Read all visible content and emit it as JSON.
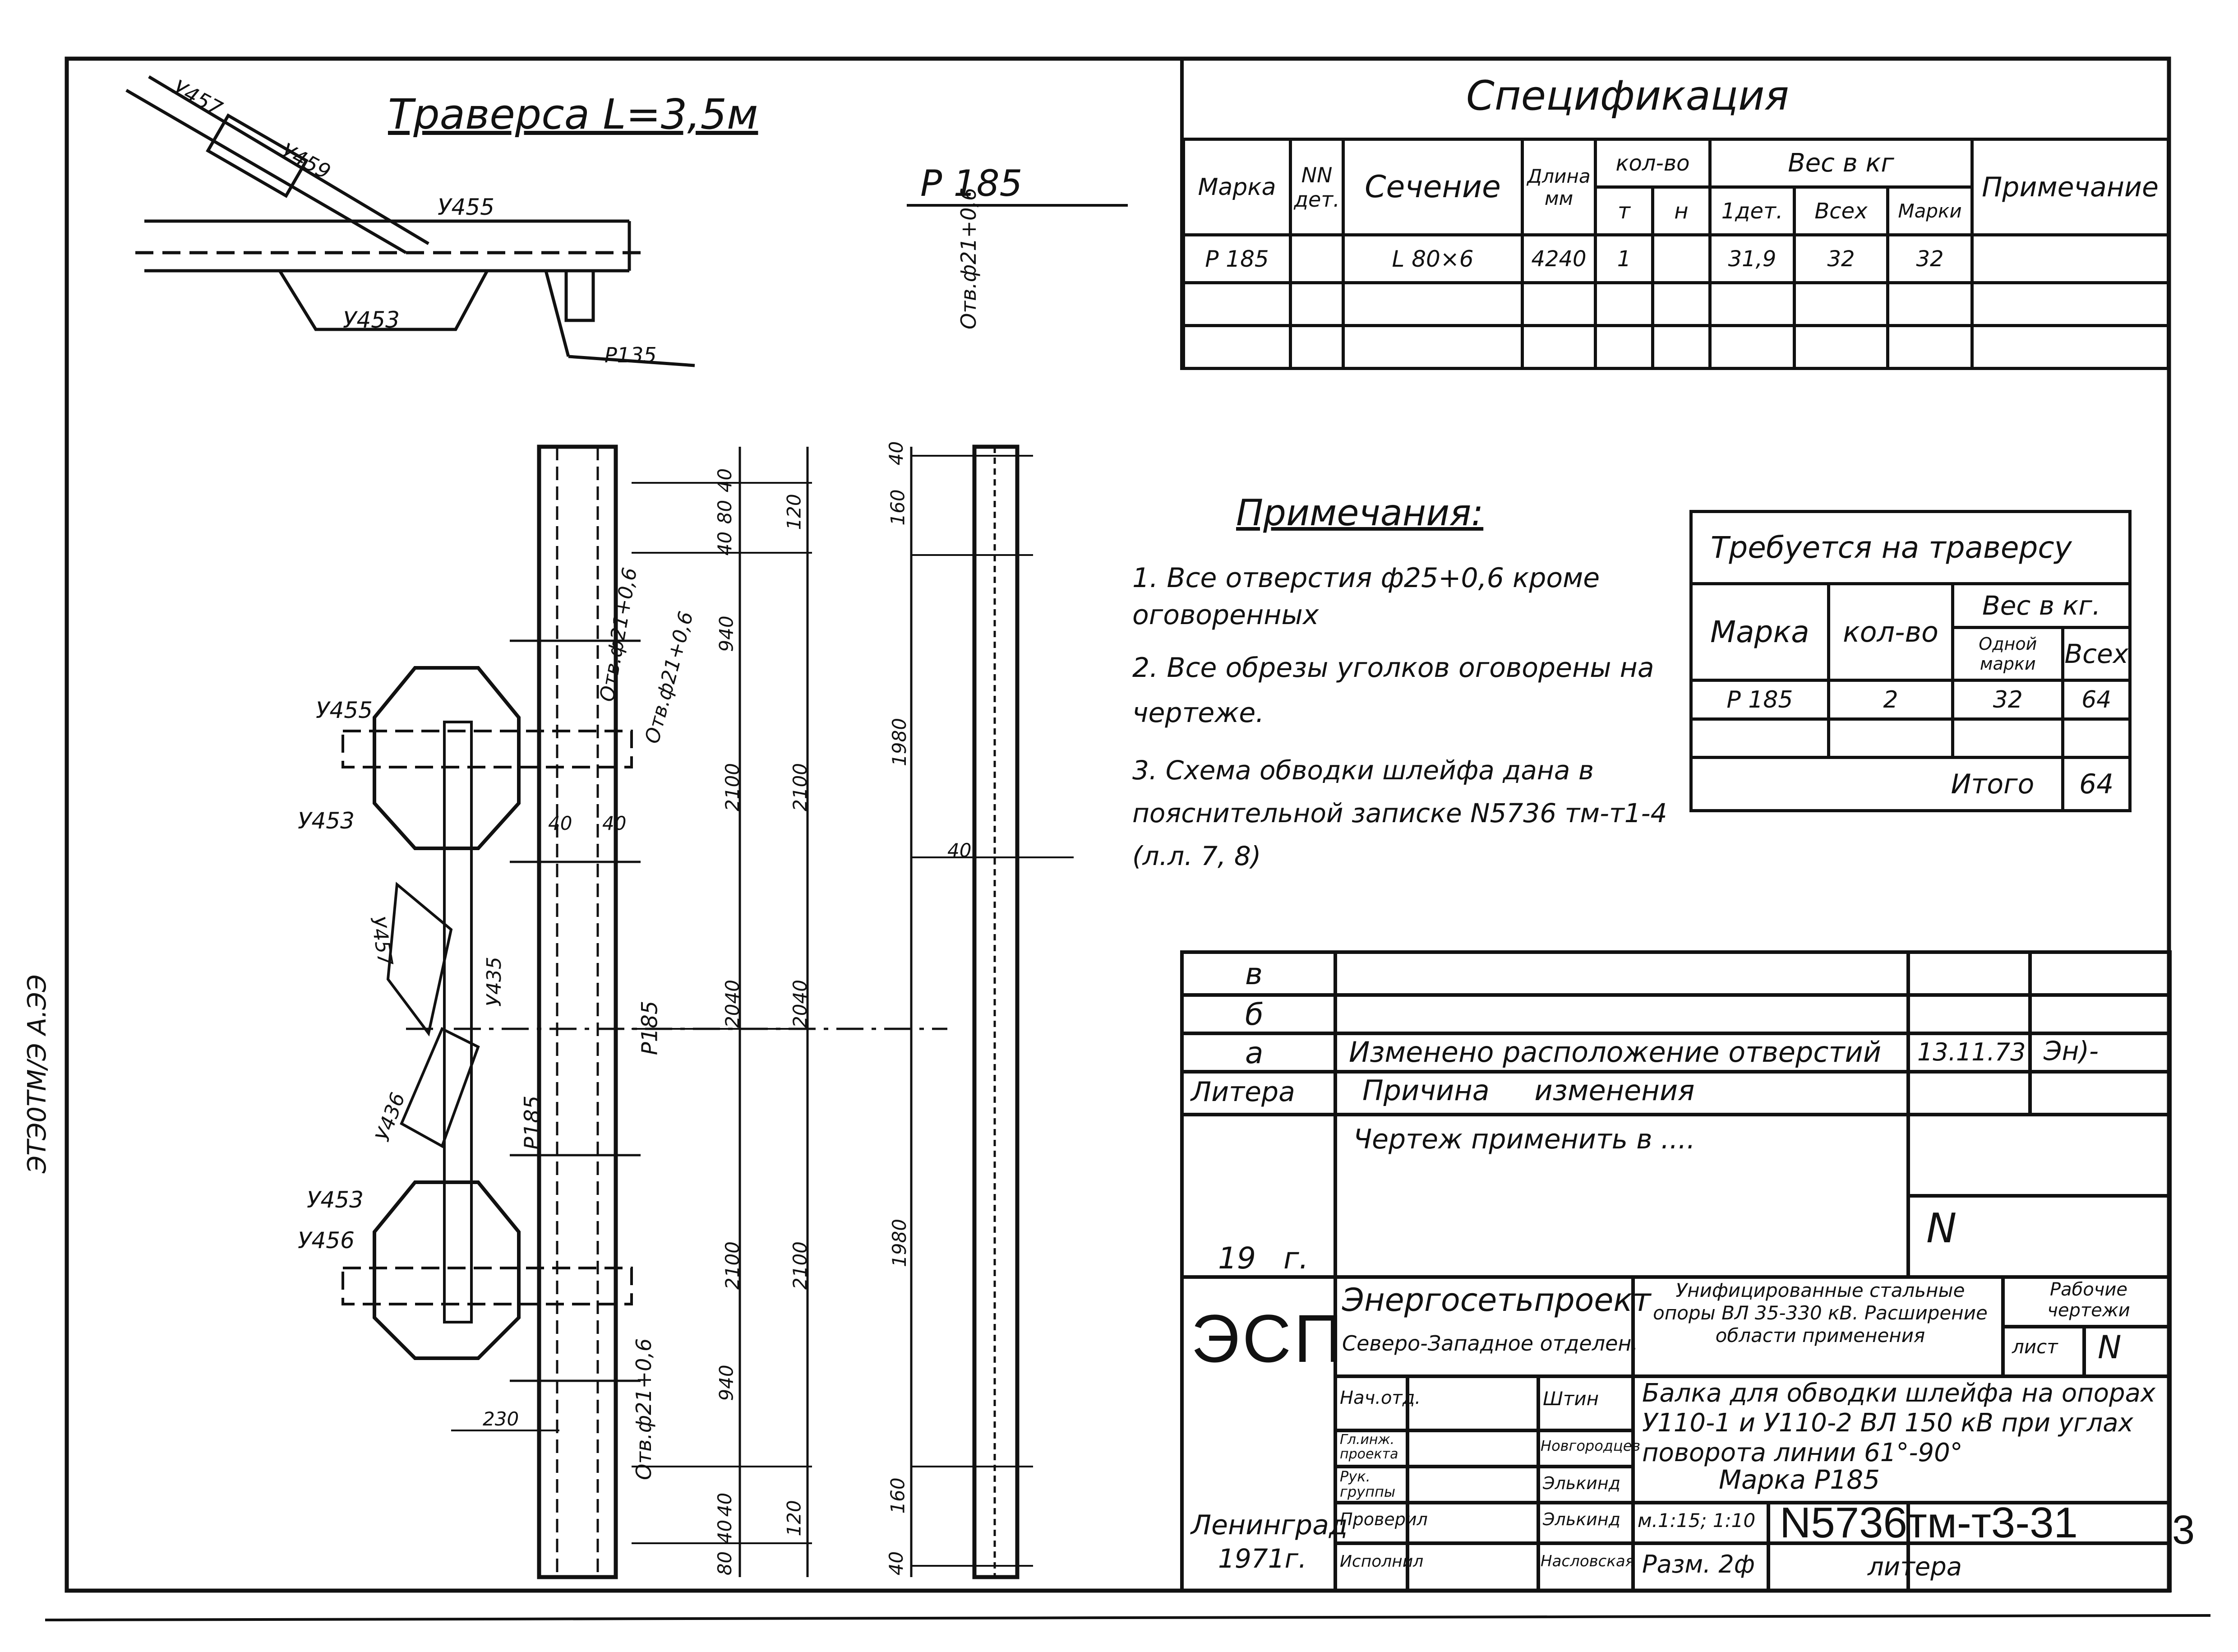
{
  "drawing": {
    "title": "Траверса L=3,5м",
    "mark_label": "Р 185",
    "side_stamp": "ЭТЭ0ТМ/Э А.ЭЭ",
    "hole_note_top": "Отв.ф21+0,6",
    "hole_note_bottom": "Отв.ф21+0,6",
    "hole_note_mid_1": "Отв.ф21+0,6",
    "hole_note_mid_2": "Отв.ф21+0,6",
    "part_labels": [
      "У457",
      "У459",
      "У455",
      "У453",
      "Р135",
      "У455",
      "У453",
      "У457",
      "У435",
      "У436",
      "У453",
      "У456",
      "Р185",
      "Р185"
    ],
    "dims_left": [
      "80",
      "40",
      "40",
      "940",
      "2100",
      "2040",
      "2100",
      "940",
      "40",
      "40",
      "80"
    ],
    "dims_right": [
      "120",
      "2100",
      "2040",
      "2100",
      "120"
    ],
    "dims_far_right": [
      "40",
      "160",
      "1980",
      "40",
      "1980",
      "160",
      "40"
    ],
    "dims_misc": [
      "40",
      "40",
      "230"
    ]
  },
  "specification": {
    "title": "Спецификация",
    "headers": {
      "mark": "Марка",
      "part_no": "NN дет.",
      "section": "Сечение",
      "length": "Длина мм",
      "qty": "кол-во",
      "qty_t": "т",
      "qty_n": "н",
      "weight": "Вес в кг",
      "w_one": "1дет.",
      "w_all": "Всех",
      "w_mark": "Марки",
      "note": "Примечание"
    },
    "rows": [
      {
        "mark": "Р 185",
        "part_no": "",
        "section": "L 80×6",
        "length": "4240",
        "t": "1",
        "n": "",
        "w_one": "31,9",
        "w_all": "32",
        "w_mark": "32",
        "note": ""
      }
    ]
  },
  "notes": {
    "title": "Примечания:",
    "items": [
      "1. Все отверстия ф25+0,6 кроме оговоренных",
      "2. Все обрезы уголков оговорены на чертеже.",
      "3. Схема обводки шлейфа дана в пояснительной записке N5736 тм-т1-4 (л.л. 7, 8)"
    ]
  },
  "required": {
    "title": "Требуется на траверсу",
    "headers": {
      "mark": "Марка",
      "qty": "кол-во",
      "weight": "Вес в кг.",
      "one": "Одной марки",
      "all": "Всех"
    },
    "rows": [
      {
        "mark": "Р 185",
        "qty": "2",
        "one": "32",
        "all": "64"
      }
    ],
    "total_label": "Итого",
    "total_value": "64"
  },
  "revisions": {
    "rows": [
      {
        "letter": "в",
        "reason": "",
        "date": "",
        "sign": ""
      },
      {
        "letter": "б",
        "reason": "",
        "date": "",
        "sign": ""
      },
      {
        "letter": "а",
        "reason": "Изменено расположение отверстий",
        "date": "13.11.73",
        "sign": "Эн)-"
      }
    ],
    "header_letter": "Литера",
    "header_reason": "Причина изменения",
    "apply_text": "Чертеж применить в ....",
    "year": "19 г.",
    "n_label": "N"
  },
  "title_block": {
    "logo": "ЭСП",
    "org": "Энергосетьпроект",
    "branch": "Северо-Западное отделен.",
    "project": "Унифицированные стальные опоры ВЛ 35-330 кВ. Расширение области применения",
    "stage": "Рабочие чертежи",
    "sheet_label": "лист",
    "sheet_value": "N",
    "description": "Балка для обводки шлейфа на опорах У110-1 и У110-2 ВЛ 150 кВ при углах поворота линии 61°-90°",
    "mark_line": "Марка Р185",
    "roles": [
      {
        "role": "Нач.отд.",
        "name": "Штин"
      },
      {
        "role": "Гл.инж. проекта",
        "name": "Новгородцев"
      },
      {
        "role": "Рук. группы",
        "name": "Элькинд"
      },
      {
        "role": "Проверил",
        "name": "Элькинд"
      },
      {
        "role": "Исполнил",
        "name": "Насловская"
      }
    ],
    "scale": "м.1:15; 1:10",
    "format": "Разм. 2ф",
    "doc_no": "N5736тм-т3-31",
    "litera": "литера",
    "city": "Ленинград",
    "year": "1971г.",
    "edge_mark": "3"
  }
}
